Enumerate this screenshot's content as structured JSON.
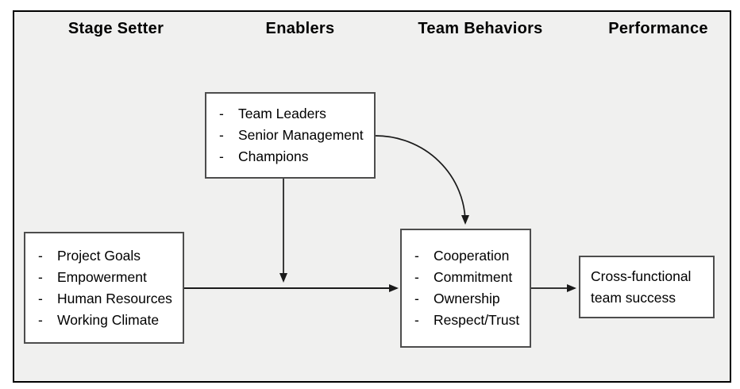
{
  "diagram": {
    "columns": [
      {
        "id": "stage-setter",
        "label": "Stage Setter"
      },
      {
        "id": "enablers",
        "label": "Enablers"
      },
      {
        "id": "team-behaviors",
        "label": "Team Behaviors"
      },
      {
        "id": "performance",
        "label": "Performance"
      }
    ],
    "bullet_char": "-",
    "boxes": {
      "enablers": {
        "items": [
          "Team Leaders",
          "Senior Management",
          "Champions"
        ]
      },
      "stage_setter": {
        "items": [
          "Project Goals",
          "Empowerment",
          "Human Resources",
          "Working Climate"
        ]
      },
      "team_behaviors": {
        "items": [
          "Cooperation",
          "Commitment",
          "Ownership",
          "Respect/Trust"
        ]
      },
      "performance": {
        "text": "Cross-functional team success"
      }
    },
    "arrows": [
      {
        "from": "stage-setter-box",
        "to": "team-behaviors-box",
        "shape": "straight"
      },
      {
        "from": "enablers-box",
        "to": "main-flow-arrow",
        "shape": "straight-down"
      },
      {
        "from": "enablers-box",
        "to": "team-behaviors-box",
        "shape": "curved"
      },
      {
        "from": "team-behaviors-box",
        "to": "performance-box",
        "shape": "straight"
      }
    ],
    "colors": {
      "canvas_background": "#ffffff",
      "frame_background": "#f0f0ef",
      "frame_border": "#000000",
      "box_background": "#ffffff",
      "box_border": "#4d4d4d",
      "text": "#000000",
      "arrow": "#1a1a1a"
    }
  }
}
